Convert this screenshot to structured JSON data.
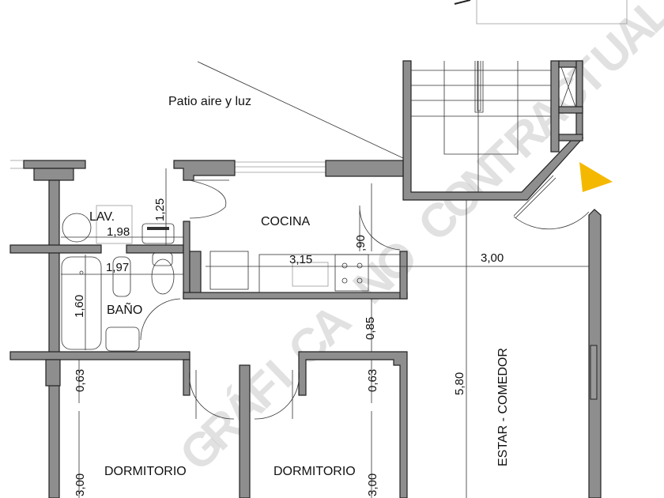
{
  "rooms": {
    "patio": "Patio aire y luz",
    "lav": "LAV.",
    "cocina": "COCINA",
    "bano": "BAÑO",
    "dormitorio_1": "DORMITORIO",
    "dormitorio_2": "DORMITORIO",
    "estar": "ESTAR - COMEDOR"
  },
  "dimensions": {
    "lav_width": "1,98",
    "lav_depth": "1,25",
    "bano_width": "1,97",
    "bano_depth": "1,60",
    "cocina_width": "3,15",
    "cocina_door": ",90",
    "pasillo": "0,85",
    "closet_1": "0,63",
    "closet_2": "0,63",
    "estar_width": "3,00",
    "estar_length": "5,80",
    "dorm_1_length": "3,00",
    "dorm_2_length": "3,00"
  },
  "watermark": "GRÁFICA NO CONTRACTUAL",
  "colors": {
    "wall": "#8e8e8e",
    "entry_marker": "#f5b800",
    "watermark": "#c8c8c8"
  }
}
